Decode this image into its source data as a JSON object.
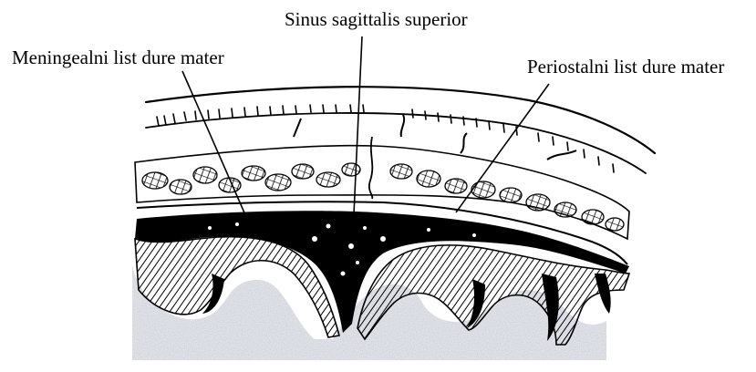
{
  "figure": {
    "labels": {
      "sinus": "Sinus sagittalis superior",
      "meningeal": "Meningealni list dure mater",
      "periostal": "Periostalni list dure mater"
    },
    "colors": {
      "ink": "#000000",
      "paper": "#ffffff",
      "shade": "#c9ccd6"
    }
  }
}
